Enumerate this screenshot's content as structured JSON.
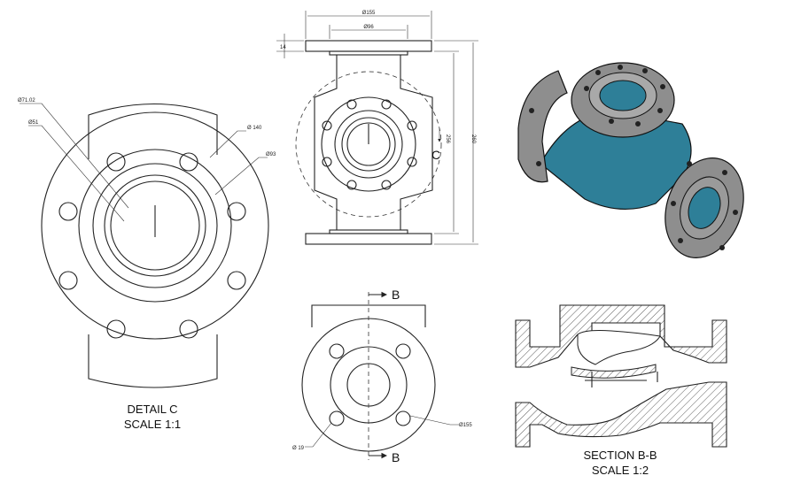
{
  "detail_c": {
    "title": "DETAIL C",
    "scale": "SCALE 1:1",
    "dims": {
      "bore_inner": "Ø51",
      "bore_outer": "Ø71.02",
      "flange_pcd": "Ø 140",
      "raised_face": "Ø93"
    }
  },
  "front_view": {
    "dims": {
      "flange_width": "Ø155",
      "face_width": "Ø96",
      "flange_thickness": "14",
      "overall_inner": "256",
      "overall_height": "260"
    },
    "detail_marker": "C"
  },
  "bottom_view": {
    "section_marker": "B",
    "dims": {
      "bolt_hole": "Ø 19",
      "flange_dia": "Ø155"
    }
  },
  "section_bb": {
    "title": "SECTION B-B",
    "scale": "SCALE 1:2"
  },
  "colors": {
    "body_teal": "#2e7f98",
    "flange_grey": "#8e8e8e"
  }
}
